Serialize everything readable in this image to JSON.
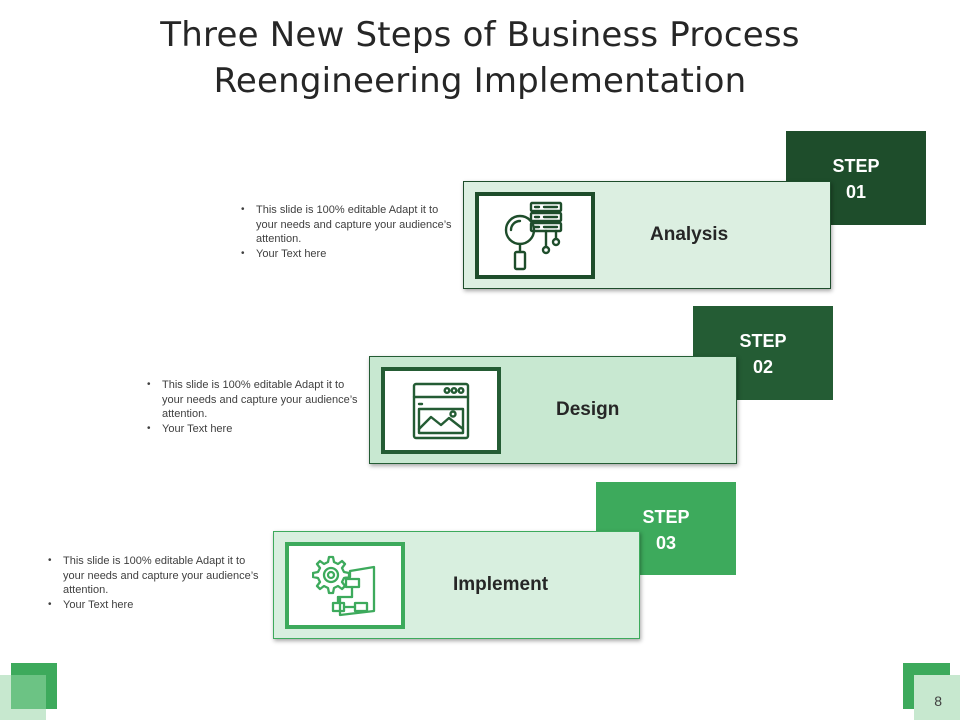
{
  "title": {
    "line1": "Three New Steps of Business Process",
    "line2": "Reengineering Implementation"
  },
  "steps": [
    {
      "tag_word": "STEP",
      "tag_number": "01",
      "label": "Analysis",
      "icon": "magnifier-server-icon",
      "bullets": [
        "This slide is 100% editable Adapt it to your needs and capture your audience’s attention.",
        "Your Text here"
      ]
    },
    {
      "tag_word": "STEP",
      "tag_number": "02",
      "label": "Design",
      "icon": "browser-image-icon",
      "bullets": [
        "This slide is 100% editable Adapt it to your needs and capture your audience’s attention.",
        "Your Text here"
      ]
    },
    {
      "tag_word": "STEP",
      "tag_number": "03",
      "label": "Implement",
      "icon": "gear-flowchart-icon",
      "bullets": [
        "This slide is 100% editable Adapt it to your needs and capture your audience’s attention.",
        "Your Text here"
      ]
    }
  ],
  "page_number": "8",
  "colors": {
    "step1_tag": "#1e4d2b",
    "step2_tag": "#245c34",
    "step3_tag": "#3daa5c",
    "step1_card": "#dcefe1",
    "step2_card": "#c8e8d1",
    "step3_card": "#d8efdf",
    "corner_green": "#3daa5c",
    "corner_light": "#c7e8cf"
  }
}
